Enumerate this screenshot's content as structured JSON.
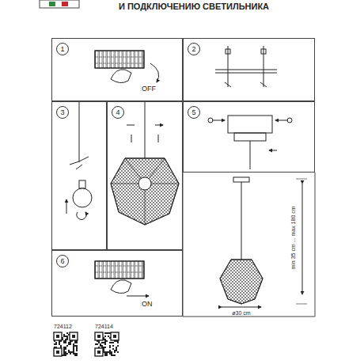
{
  "diagram": {
    "title": "И ПОДКЛЮЧЕНИЮ СВЕТИЛЬНИКА",
    "nodes": [
      {
        "text": [
          "1",
          "OFF"
        ]
      },
      {
        "text": [
          "2"
        ]
      },
      {
        "text": [
          "3"
        ]
      },
      {
        "text": [
          "4"
        ]
      },
      {
        "text": [
          "5"
        ]
      },
      {
        "text": [
          "6",
          "ON"
        ]
      }
    ],
    "labels": [
      "min 35 cm ... max 180 cm",
      "ø30 cm",
      "724112",
      "724114"
    ]
  }
}
